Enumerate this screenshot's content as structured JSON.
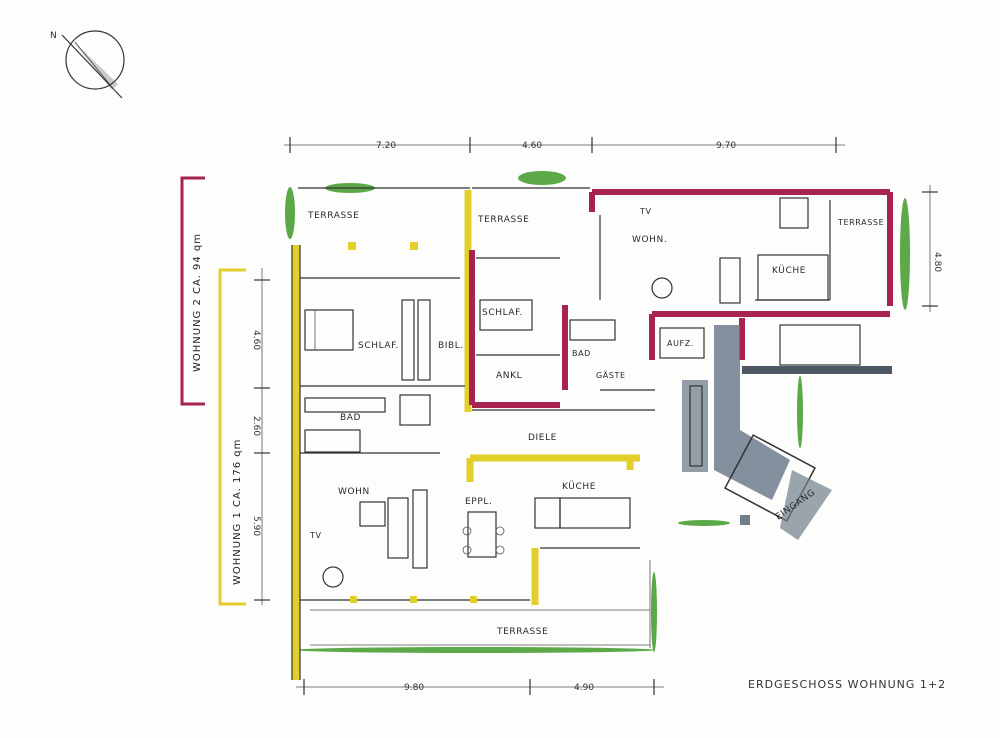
{
  "drawing": {
    "title": "ERDGESCHOSS WOHNUNG 1+2",
    "north_label": "N",
    "apartment_1_label": "WOHNUNG 1   CA. 176 qm",
    "apartment_2_label": "WOHNUNG 2   CA. 94 qm"
  },
  "dimensions": {
    "top": [
      "7.20",
      "4.60",
      "9.70"
    ],
    "bottom": [
      "9.80",
      "4.90"
    ],
    "left": [
      "4.60",
      "2.60",
      "5.90"
    ],
    "right": [
      "4.80"
    ]
  },
  "rooms": {
    "terrasse_nw": "TERRASSE",
    "terrasse_n": "TERRASSE",
    "terrasse_ne": "TERRASSE",
    "terrasse_s": "TERRASSE",
    "schlaf_1": "SCHLAF.",
    "bibl": "BIBL.",
    "bad_1": "BAD",
    "wohn_1": "WOHN",
    "essplatz": "EPPL.",
    "kueche_1": "KÜCHE",
    "diele": "DIELE",
    "schlaf_2": "SCHLAF.",
    "ankl": "ANKL",
    "bad_2": "BAD",
    "gaeste": "GÄSTE",
    "wohn_2": "WOHN.",
    "kueche_2": "KÜCHE",
    "aufz": "AUFZ.",
    "eingang": "EINGANG",
    "tv_1": "TV",
    "tv_2": "TV"
  },
  "colors": {
    "apartment_1": "#e3cf2c",
    "apartment_2": "#a8234f",
    "circulation": "#6f7d8c",
    "greenery": "#3f9a2a"
  }
}
